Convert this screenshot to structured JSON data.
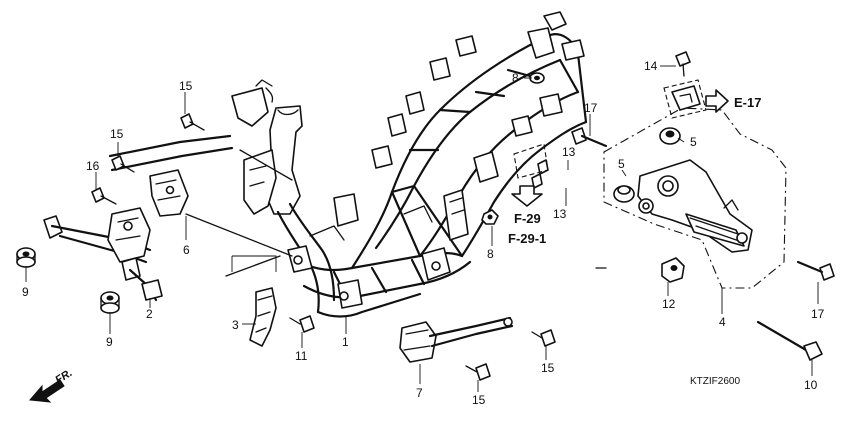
{
  "callouts": {
    "c1": "1",
    "c2": "2",
    "c3": "3",
    "c4": "4",
    "c5a": "5",
    "c5b": "5",
    "c6": "6",
    "c7": "7",
    "c8a": "8",
    "c8b": "8",
    "c9a": "9",
    "c9b": "9",
    "c10": "10",
    "c11": "11",
    "c12": "12",
    "c13a": "13",
    "c13b": "13",
    "c14": "14",
    "c15a": "15",
    "c15b": "15",
    "c15c": "15",
    "c15d": "15",
    "c16": "16",
    "c17a": "17",
    "c17b": "17"
  },
  "references": {
    "e17": "E-17",
    "f29": "F-29",
    "f291": "F-29-1"
  },
  "direction": "FR.",
  "diagram_code": "KTZIF2600"
}
